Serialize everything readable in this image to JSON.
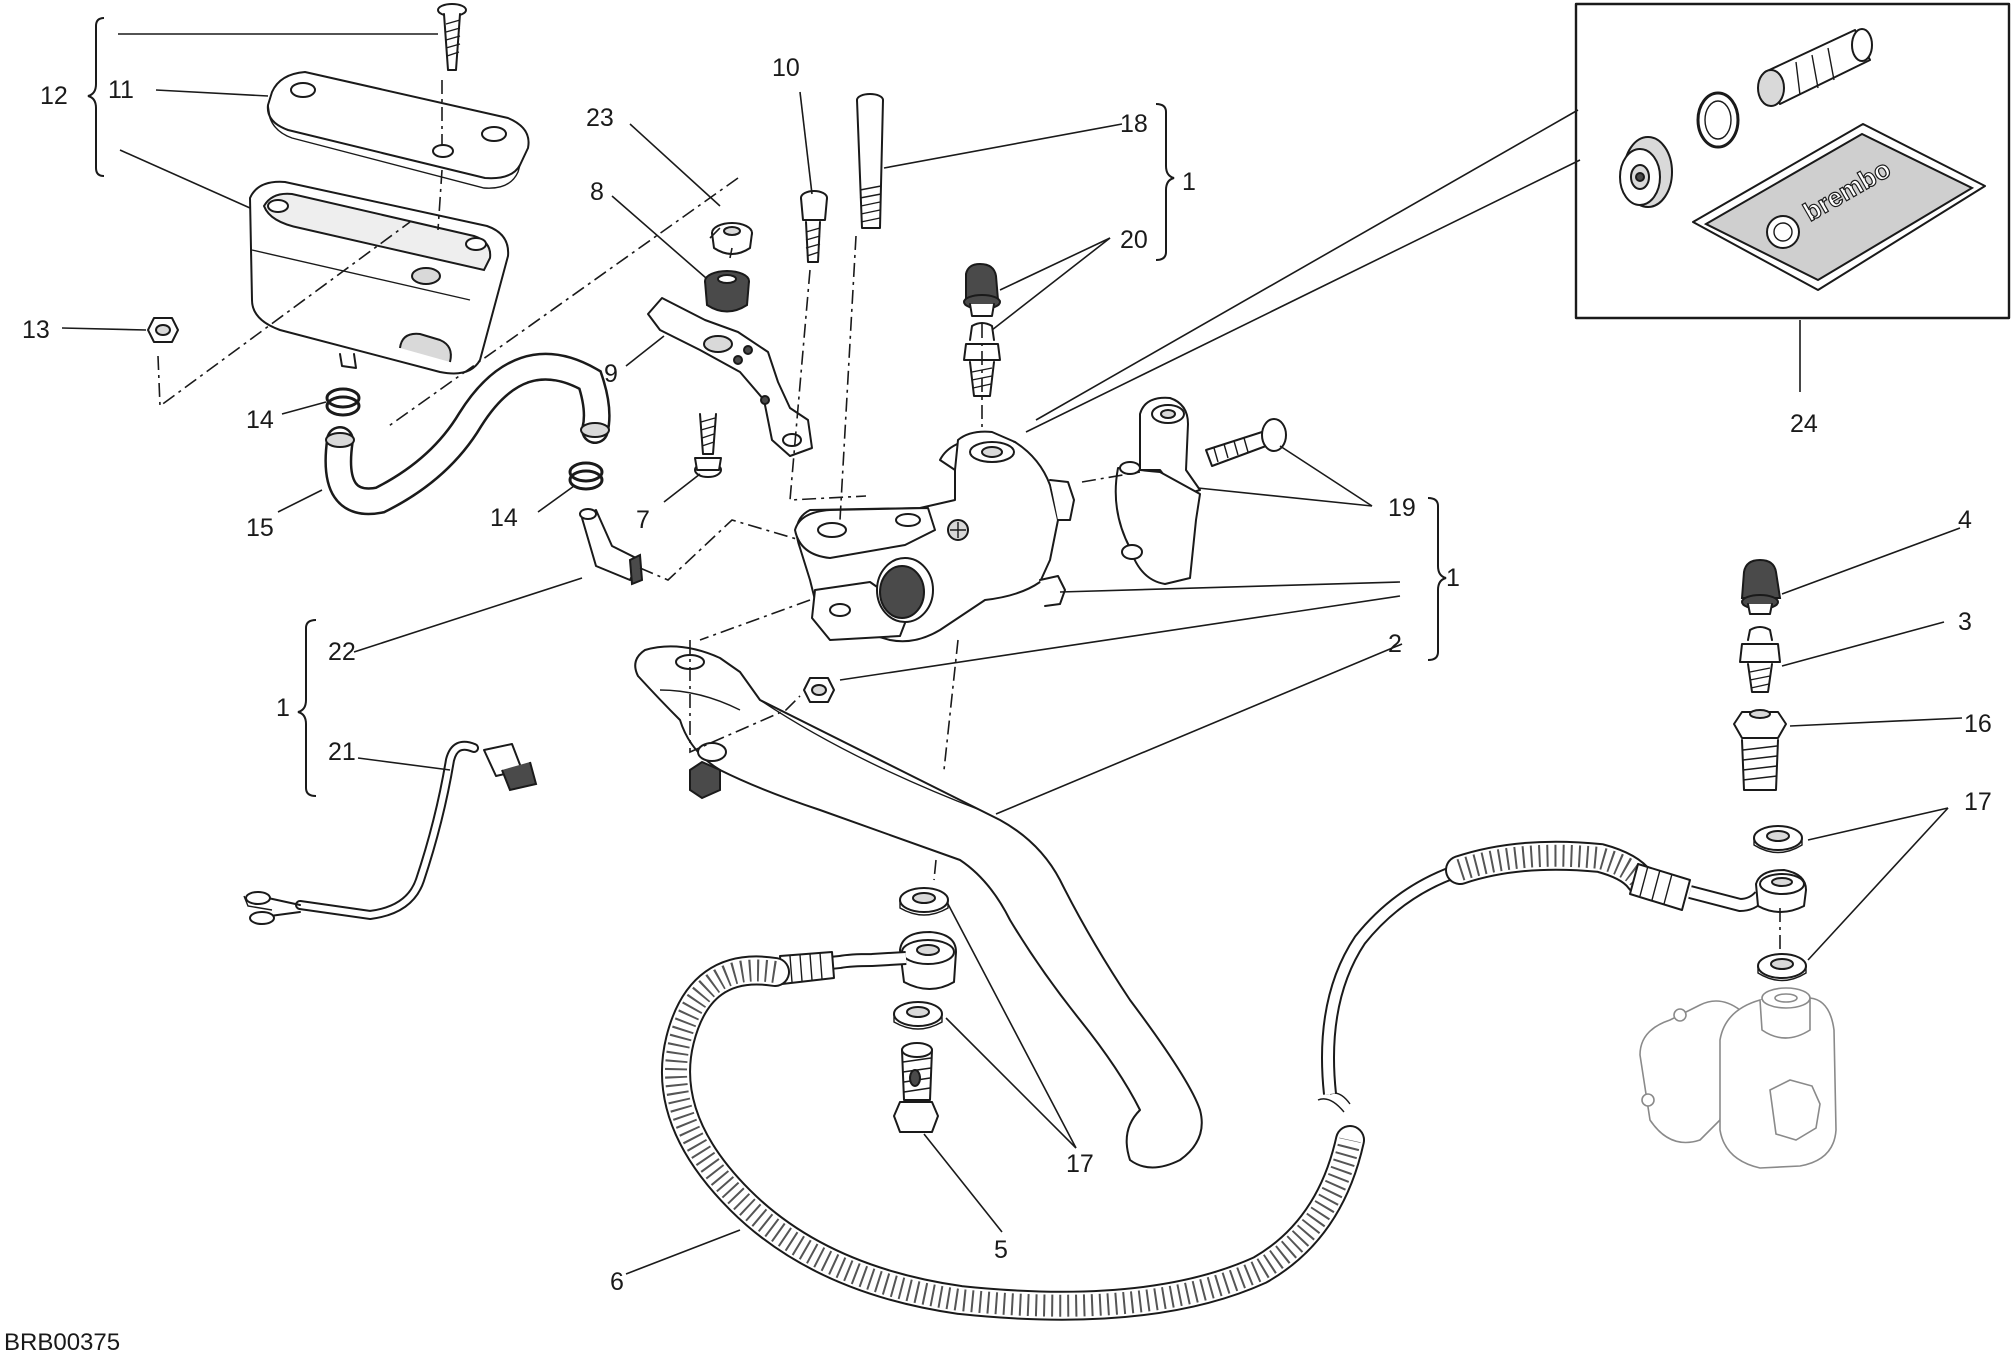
{
  "diagram_code": "BRB00375",
  "inset_brand_text": "brembo",
  "callouts": {
    "c1a": "1",
    "c1b": "1",
    "c1c": "1",
    "c2": "2",
    "c3": "3",
    "c4": "4",
    "c5": "5",
    "c6": "6",
    "c7": "7",
    "c8": "8",
    "c9": "9",
    "c10": "10",
    "c11": "11",
    "c12": "12",
    "c13": "13",
    "c14a": "14",
    "c14b": "14",
    "c15": "15",
    "c16": "16",
    "c17a": "17",
    "c17b": "17",
    "c18": "18",
    "c19": "19",
    "c20": "20",
    "c21": "21",
    "c22": "22",
    "c23": "23",
    "c24": "24"
  },
  "colors": {
    "line": "#1a1a1a",
    "shade": "#d9d9d9",
    "background": "#ffffff"
  }
}
